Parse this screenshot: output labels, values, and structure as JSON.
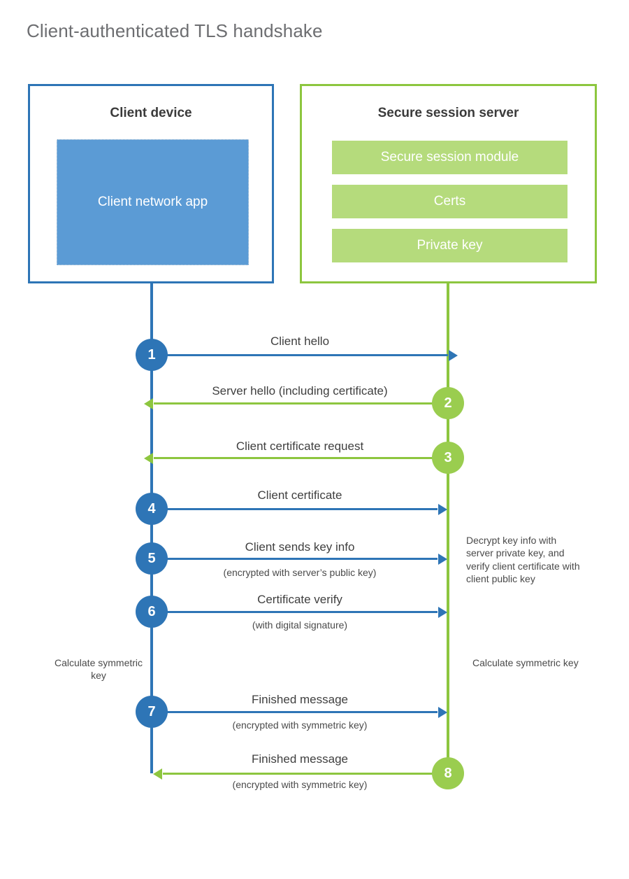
{
  "title": "Client-authenticated TLS handshake",
  "colors": {
    "blue_accent": "#2E75B6",
    "blue_fill": "#5B9BD5",
    "green_accent": "#8DC63F",
    "green_circle": "#9ACD4F",
    "green_fill": "#B5DB7C",
    "title_text": "#6D6E71",
    "body_text": "#404040"
  },
  "client_box": {
    "title": "Client device",
    "app_label": "Client network app"
  },
  "server_box": {
    "title": "Secure session server",
    "bars": [
      {
        "label": "Secure session module"
      },
      {
        "label": "Certs"
      },
      {
        "label": "Private key"
      }
    ]
  },
  "steps": [
    {
      "number": "1",
      "direction": "client-to-server",
      "label": "Client hello",
      "sublabel": "",
      "color": "blue"
    },
    {
      "number": "2",
      "direction": "server-to-client",
      "label": "Server hello (including certificate)",
      "sublabel": "",
      "color": "green"
    },
    {
      "number": "3",
      "direction": "server-to-client",
      "label": "Client certificate request",
      "sublabel": "",
      "color": "green"
    },
    {
      "number": "4",
      "direction": "client-to-server",
      "label": "Client certificate",
      "sublabel": "",
      "color": "blue"
    },
    {
      "number": "5",
      "direction": "client-to-server",
      "label": "Client sends key info",
      "sublabel": "(encrypted with server’s public key)",
      "color": "blue"
    },
    {
      "number": "6",
      "direction": "client-to-server",
      "label": "Certificate verify",
      "sublabel": "(with digital signature)",
      "color": "blue"
    },
    {
      "number": "7",
      "direction": "client-to-server",
      "label": "Finished message",
      "sublabel": "(encrypted with symmetric key)",
      "color": "blue"
    },
    {
      "number": "8",
      "direction": "server-to-client",
      "label": "Finished message",
      "sublabel": "(encrypted with symmetric key)",
      "color": "green"
    }
  ],
  "notes": {
    "server_decrypt": "Decrypt key info with server private key, and verify client certificate with client public key",
    "client_calculate": "Calculate symmetric key",
    "server_calculate": "Calculate symmetric key"
  }
}
